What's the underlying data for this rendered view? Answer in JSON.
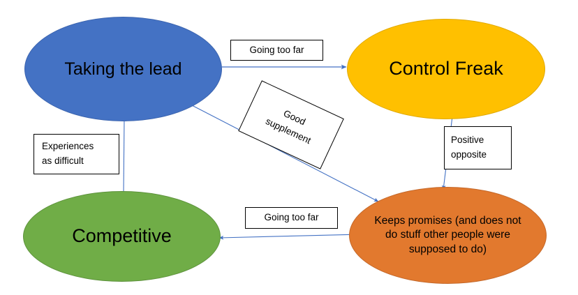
{
  "diagram": {
    "title": "Taking the lead / Control Freak / Competitive / Keeps promises cycle",
    "background_color": "#FFFFFF",
    "edge_color": "#4472C4",
    "nodes": [
      {
        "id": "taking-the-lead",
        "label": "Taking the lead",
        "fill": "#4472C4",
        "shape": "ellipse"
      },
      {
        "id": "control-freak",
        "label": "Control Freak",
        "fill": "#FFC000",
        "shape": "ellipse"
      },
      {
        "id": "competitive",
        "label": "Competitive",
        "fill": "#70AD47",
        "shape": "ellipse"
      },
      {
        "id": "keeps-promises",
        "label": "Keeps promises (and does not\ndo stuff other people were\nsupposed to do)",
        "fill": "#E2792E",
        "shape": "ellipse"
      }
    ],
    "edge_labels": [
      {
        "id": "going-too-far-top",
        "text": "Going too far",
        "from": "taking-the-lead",
        "to": "control-freak"
      },
      {
        "id": "good-supplement",
        "text": "Good\nsupplement",
        "from": "taking-the-lead",
        "to": "keeps-promises"
      },
      {
        "id": "positive-opposite",
        "text": "Positive\nopposite",
        "from": "control-freak",
        "to": "keeps-promises"
      },
      {
        "id": "going-too-far-bottom",
        "text": "Going too far",
        "from": "keeps-promises",
        "to": "competitive"
      },
      {
        "id": "experiences-as-difficult",
        "text": "Experiences\nas difficult",
        "from": "competitive",
        "to": "taking-the-lead"
      }
    ]
  }
}
